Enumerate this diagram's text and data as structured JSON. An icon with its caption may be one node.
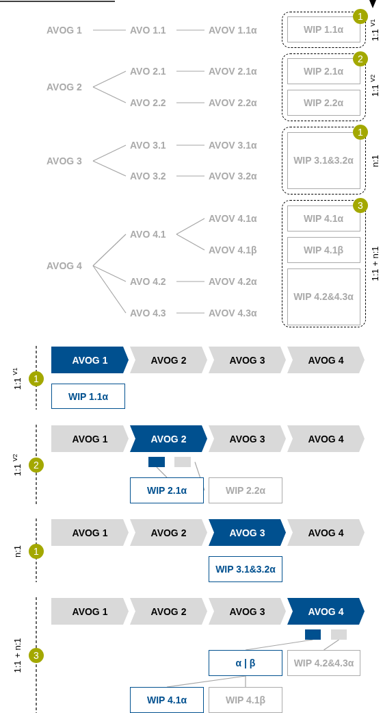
{
  "diagram": {
    "nodes": [
      {
        "text": [
          "AVOG 1"
        ]
      },
      {
        "text": [
          "AVO 1.1"
        ]
      },
      {
        "text": [
          "AVOV 1.1α"
        ]
      },
      {
        "text": [],
        "shape": "box"
      },
      {
        "text": [
          "WIP 1.1α"
        ],
        "in": 3
      },
      {
        "text": [
          "1"
        ]
      },
      {
        "text": [
          "AVOG 2"
        ]
      },
      {
        "text": [
          "AVO 2.1"
        ]
      },
      {
        "text": [
          "AVOV 2.1α"
        ]
      },
      {
        "text": [
          "AVO 2.2"
        ]
      },
      {
        "text": [
          "AVOV 2.2α"
        ]
      },
      {
        "text": [],
        "shape": "box"
      },
      {
        "text": [
          "WIP 2.1α"
        ],
        "in": 11
      },
      {
        "text": [
          "WIP 2.2α"
        ],
        "in": 11
      },
      {
        "text": [
          "2"
        ]
      },
      {
        "text": [
          "AVOG 3"
        ]
      },
      {
        "text": [
          "AVO 3.1"
        ]
      },
      {
        "text": [
          "AVOV 3.1α"
        ]
      },
      {
        "text": [
          "AVO 3.2"
        ]
      },
      {
        "text": [
          "AVOV 3.2α"
        ]
      },
      {
        "text": [],
        "shape": "box"
      },
      {
        "text": [
          "WIP 3.1&3.2α"
        ],
        "in": 20
      },
      {
        "text": [
          "1"
        ]
      },
      {
        "text": [
          "AVOG 4"
        ]
      },
      {
        "text": [
          "AVO 4.1"
        ]
      },
      {
        "text": [
          "AVOV 4.1α"
        ]
      },
      {
        "text": [
          "AVOV 4.1β"
        ]
      },
      {
        "text": [
          "AVO 4.2"
        ]
      },
      {
        "text": [
          "AVOV 4.2α"
        ]
      },
      {
        "text": [
          "AVO 4.3"
        ]
      },
      {
        "text": [
          "AVOV 4.3α"
        ]
      },
      {
        "text": [],
        "shape": "box"
      },
      {
        "text": [
          "WIP 4.1α"
        ],
        "in": 31
      },
      {
        "text": [
          "WIP 4.1β"
        ],
        "in": 31
      },
      {
        "text": [
          "WIP 4.2&4.3α"
        ],
        "in": 31
      },
      {
        "text": [
          "3"
        ]
      },
      {
        "text": [
          "1"
        ]
      },
      {
        "text": [
          "AVOG 1"
        ]
      },
      {
        "text": [
          "AVOG 2"
        ]
      },
      {
        "text": [
          "AVOG 3"
        ]
      },
      {
        "text": [
          "AVOG 4"
        ]
      },
      {
        "text": [
          "WIP 1.1α"
        ]
      },
      {
        "text": [
          "2"
        ]
      },
      {
        "text": [
          "AVOG 1"
        ]
      },
      {
        "text": [
          "AVOG 2"
        ]
      },
      {
        "text": [
          "AVOG 3"
        ]
      },
      {
        "text": [
          "AVOG 4"
        ]
      },
      {
        "text": [],
        "shape": "box"
      },
      {
        "text": [],
        "shape": "box"
      },
      {
        "text": [
          "WIP 2.1α"
        ]
      },
      {
        "text": [
          "WIP 2.2α"
        ]
      },
      {
        "text": [
          "1"
        ]
      },
      {
        "text": [
          "AVOG 1"
        ]
      },
      {
        "text": [
          "AVOG 2"
        ]
      },
      {
        "text": [
          "AVOG 3"
        ]
      },
      {
        "text": [
          "AVOG 4"
        ]
      },
      {
        "text": [
          "WIP 3.1&3.2α"
        ]
      },
      {
        "text": [
          "3"
        ]
      },
      {
        "text": [
          "AVOG 1"
        ]
      },
      {
        "text": [
          "AVOG 2"
        ]
      },
      {
        "text": [
          "AVOG 3"
        ]
      },
      {
        "text": [
          "AVOG 4"
        ]
      },
      {
        "text": [],
        "shape": "box"
      },
      {
        "text": [],
        "shape": "box"
      },
      {
        "text": [
          "α | β"
        ]
      },
      {
        "text": [
          "WIP 4.2&4.3α"
        ]
      },
      {
        "text": [
          "WIP 4.1α"
        ]
      },
      {
        "text": [
          "WIP 4.1β"
        ]
      }
    ],
    "edges": [
      {
        "from": 0,
        "to": 1,
        "arrow": "none"
      },
      {
        "from": 1,
        "to": 2,
        "arrow": "none"
      },
      {
        "from": 6,
        "to": 7,
        "arrow": "none"
      },
      {
        "from": 6,
        "to": 9,
        "arrow": "none"
      },
      {
        "from": 7,
        "to": 8,
        "arrow": "none"
      },
      {
        "from": 9,
        "to": 10,
        "arrow": "none"
      },
      {
        "from": 15,
        "to": 16,
        "arrow": "none"
      },
      {
        "from": 15,
        "to": 18,
        "arrow": "none"
      },
      {
        "from": 16,
        "to": 17,
        "arrow": "none"
      },
      {
        "from": 18,
        "to": 19,
        "arrow": "none"
      },
      {
        "from": 23,
        "to": 24,
        "arrow": "none"
      },
      {
        "from": 23,
        "to": 27,
        "arrow": "none"
      },
      {
        "from": 23,
        "to": 29,
        "arrow": "none"
      },
      {
        "from": 24,
        "to": 25,
        "arrow": "none"
      },
      {
        "from": 24,
        "to": 26,
        "arrow": "none"
      },
      {
        "from": 27,
        "to": 28,
        "arrow": "none"
      },
      {
        "from": 29,
        "to": 30,
        "arrow": "none"
      },
      {
        "from": 47,
        "to": 49,
        "arrow": "none"
      },
      {
        "from": 48,
        "to": 50,
        "arrow": "none"
      },
      {
        "from": 62,
        "to": 64,
        "arrow": "none"
      },
      {
        "from": 63,
        "to": 65,
        "arrow": "none"
      },
      {
        "from": 64,
        "to": 66,
        "arrow": "none"
      },
      {
        "from": 64,
        "to": 67,
        "arrow": "none"
      }
    ],
    "labels": [
      "1:1 $^{V1}$",
      "1:1 $^{V2}$",
      "n:1",
      "1:1 + n:1",
      "1:1 $^{V1}$",
      "1:1 $^{V2}$",
      "n:1",
      "1:1 + n:1"
    ]
  }
}
